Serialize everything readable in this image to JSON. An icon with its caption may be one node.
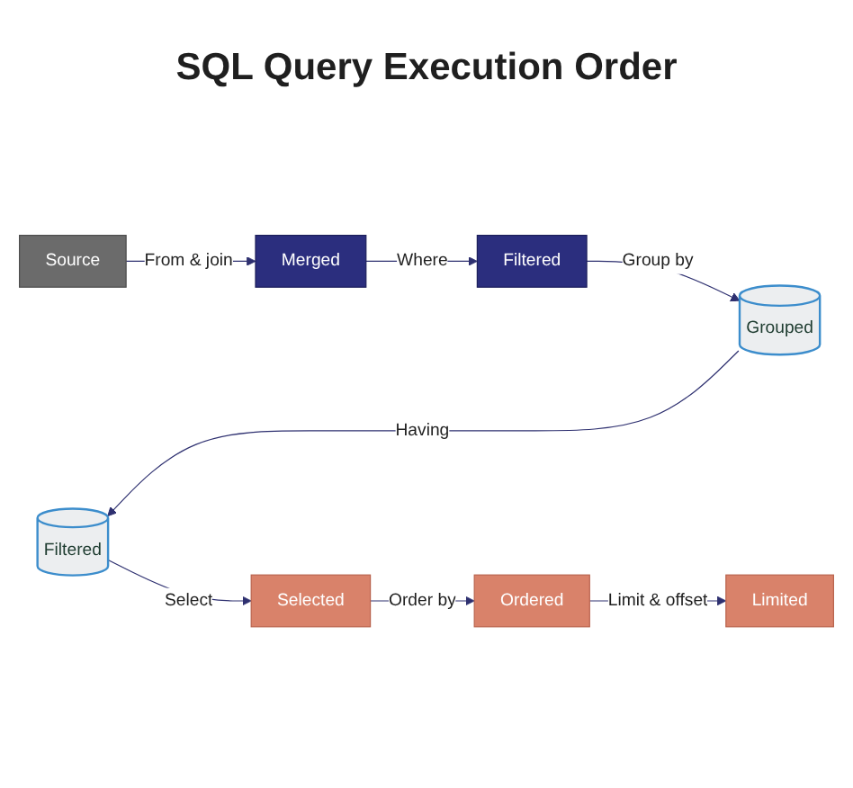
{
  "diagram": {
    "title": "SQL Query Execution Order",
    "nodes": [
      {
        "text": [
          "Source"
        ]
      },
      {
        "text": [
          "Merged"
        ]
      },
      {
        "text": [
          "Filtered"
        ]
      },
      {
        "text": [
          "Grouped"
        ]
      },
      {
        "text": [
          "Filtered"
        ]
      },
      {
        "text": [
          "Selected"
        ]
      },
      {
        "text": [
          "Ordered"
        ]
      },
      {
        "text": [
          "Limited"
        ]
      }
    ],
    "edges": [
      {
        "from": 0,
        "to": 1,
        "arrow": "to",
        "label": "From & join"
      },
      {
        "from": 1,
        "to": 2,
        "arrow": "to",
        "label": "Where"
      },
      {
        "from": 2,
        "to": 3,
        "arrow": "to",
        "label": "Group by"
      },
      {
        "from": 3,
        "to": 4,
        "arrow": "to",
        "label": "Having"
      },
      {
        "from": 4,
        "to": 5,
        "arrow": "to",
        "label": "Select"
      },
      {
        "from": 5,
        "to": 6,
        "arrow": "to",
        "label": "Order by"
      },
      {
        "from": 6,
        "to": 7,
        "arrow": "to",
        "label": "Limit & offset"
      }
    ]
  }
}
